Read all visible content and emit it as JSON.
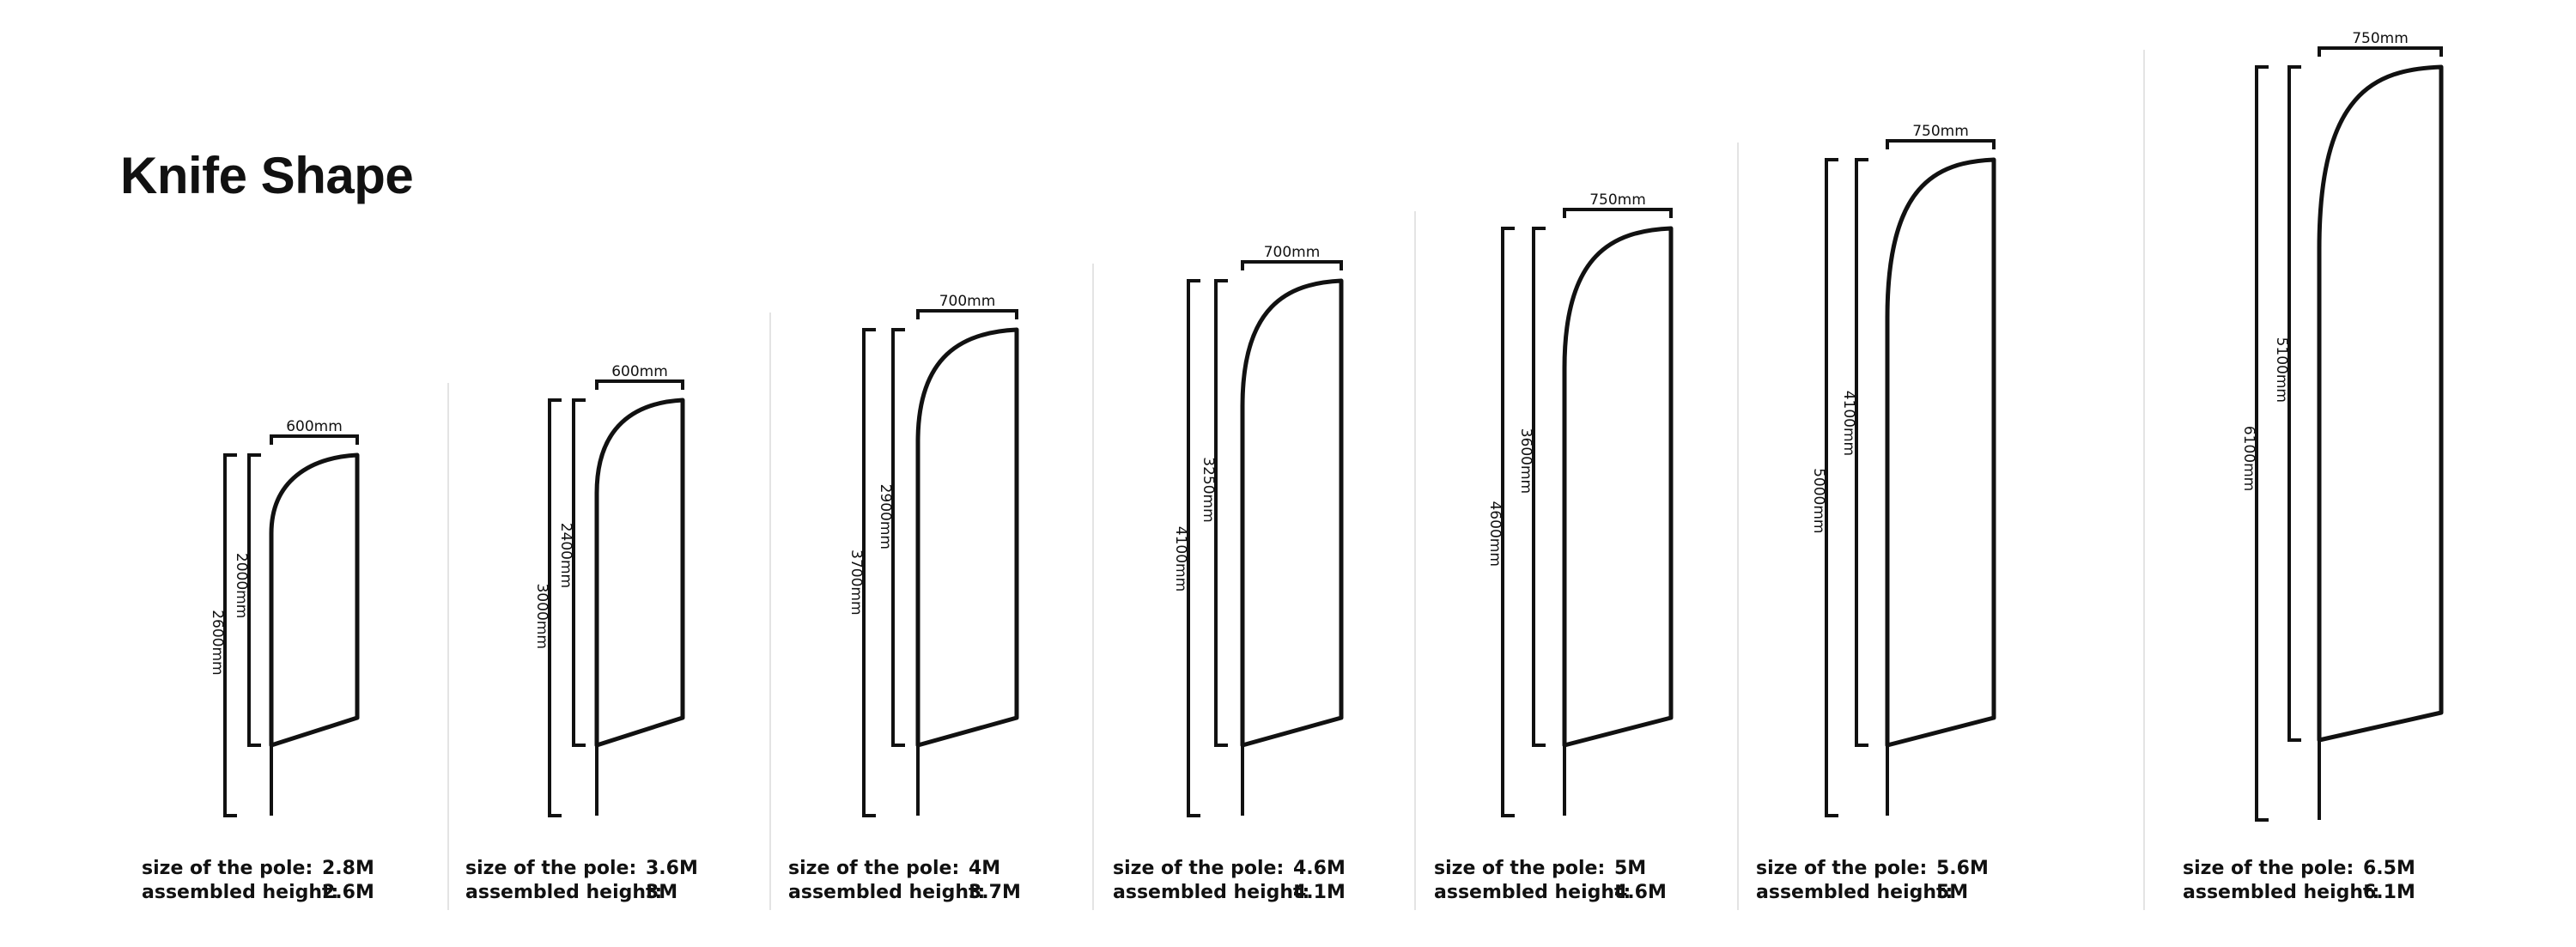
{
  "title": "Knife Shape",
  "flags": [
    {
      "width_label": "600mm",
      "flag_height_label": "2000mm",
      "total_height_label": "2600mm",
      "pole_label": "size of the pole:",
      "pole_value": "2.8M",
      "assembled_label": "assembled height:",
      "assembled_value": "2.6M"
    },
    {
      "width_label": "600mm",
      "flag_height_label": "2400mm",
      "total_height_label": "3000mm",
      "pole_label": "size of the pole:",
      "pole_value": "3.6M",
      "assembled_label": "assembled height:",
      "assembled_value": "3M"
    },
    {
      "width_label": "700mm",
      "flag_height_label": "2900mm",
      "total_height_label": "3700mm",
      "pole_label": "size of the pole:",
      "pole_value": "4M",
      "assembled_label": "assembled height:",
      "assembled_value": "3.7M"
    },
    {
      "width_label": "700mm",
      "flag_height_label": "3250mm",
      "total_height_label": "4100mm",
      "pole_label": "size of the pole:",
      "pole_value": "4.6M",
      "assembled_label": "assembled height:",
      "assembled_value": "4.1M"
    },
    {
      "width_label": "750mm",
      "flag_height_label": "3600mm",
      "total_height_label": "4600mm",
      "pole_label": "size of the pole:",
      "pole_value": "5M",
      "assembled_label": "assembled height:",
      "assembled_value": "4.6M"
    },
    {
      "width_label": "750mm",
      "flag_height_label": "4100mm",
      "total_height_label": "5000mm",
      "pole_label": "size of the pole:",
      "pole_value": "5.6M",
      "assembled_label": "assembled height:",
      "assembled_value": "5M"
    },
    {
      "width_label": "750mm",
      "flag_height_label": "5100mm",
      "total_height_label": "6100mm",
      "pole_label": "size of the pole:",
      "pole_value": "6.5M",
      "assembled_label": "assembled height:",
      "assembled_value": "6.1M"
    }
  ]
}
